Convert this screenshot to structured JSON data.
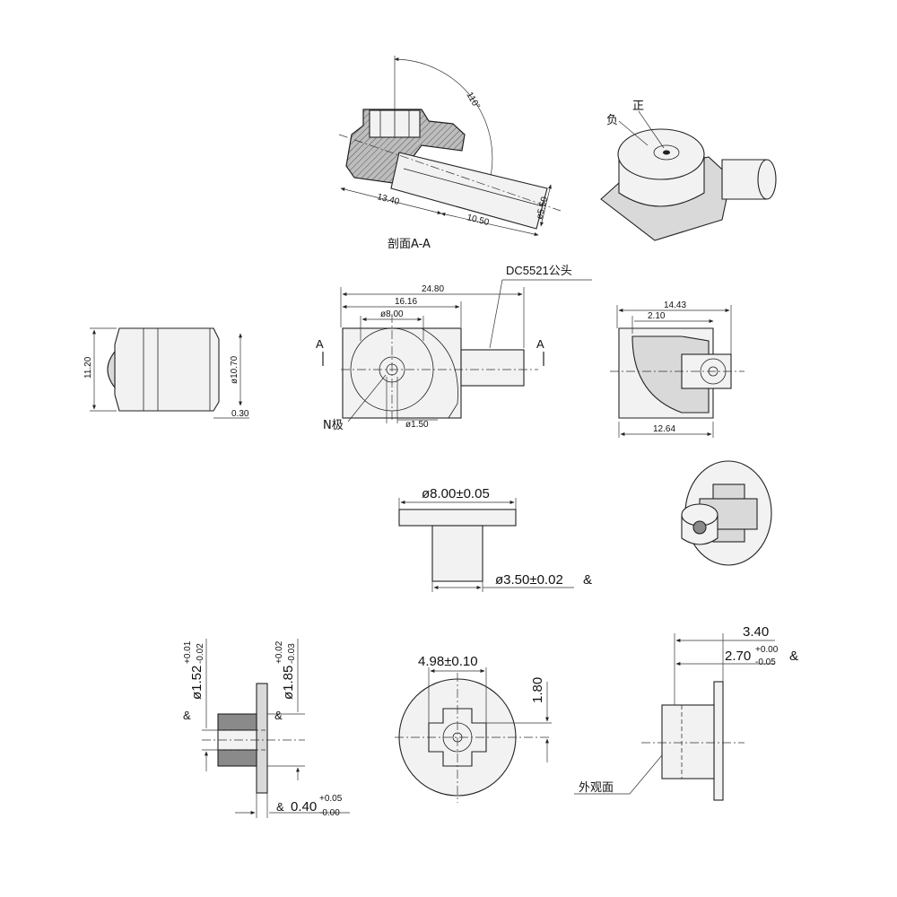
{
  "section": {
    "title": "剖面A-A",
    "angle": "110°",
    "d1": "13.40",
    "d2": "10.50",
    "d3": "ø5.50"
  },
  "iso": {
    "pos": "正",
    "neg": "负"
  },
  "side": {
    "h": "11.20",
    "dia": "ø10.70",
    "t": "0.30"
  },
  "front": {
    "total": "24.80",
    "body": "16.16",
    "hole": "ø8.00",
    "callout": "DC5521公头",
    "cut_left": "A",
    "cut_right": "A",
    "n_pole": "N极",
    "pin": "ø1.50"
  },
  "right": {
    "w": "14.43",
    "off": "2.10",
    "bottom": "12.64"
  },
  "flange": {
    "dia": "ø8.00±0.05",
    "shaft": "ø3.50±0.02"
  },
  "pin_detail": {
    "inner": "ø1.52",
    "inner_tol_up": "+0.01",
    "inner_tol_dn": "-0.02",
    "outer": "ø1.85",
    "outer_tol_up": "+0.02",
    "outer_tol_dn": "-0.03",
    "thk": "0.40",
    "thk_tol_up": "+0.05",
    "thk_tol_dn": "-0.00"
  },
  "face": {
    "w": "4.98±0.10",
    "h": "1.80"
  },
  "profile": {
    "total": "3.40",
    "part": "2.70",
    "tol_up": "+0.00",
    "tol_dn": "-0.05",
    "note": "外观面"
  },
  "symbol": "&"
}
